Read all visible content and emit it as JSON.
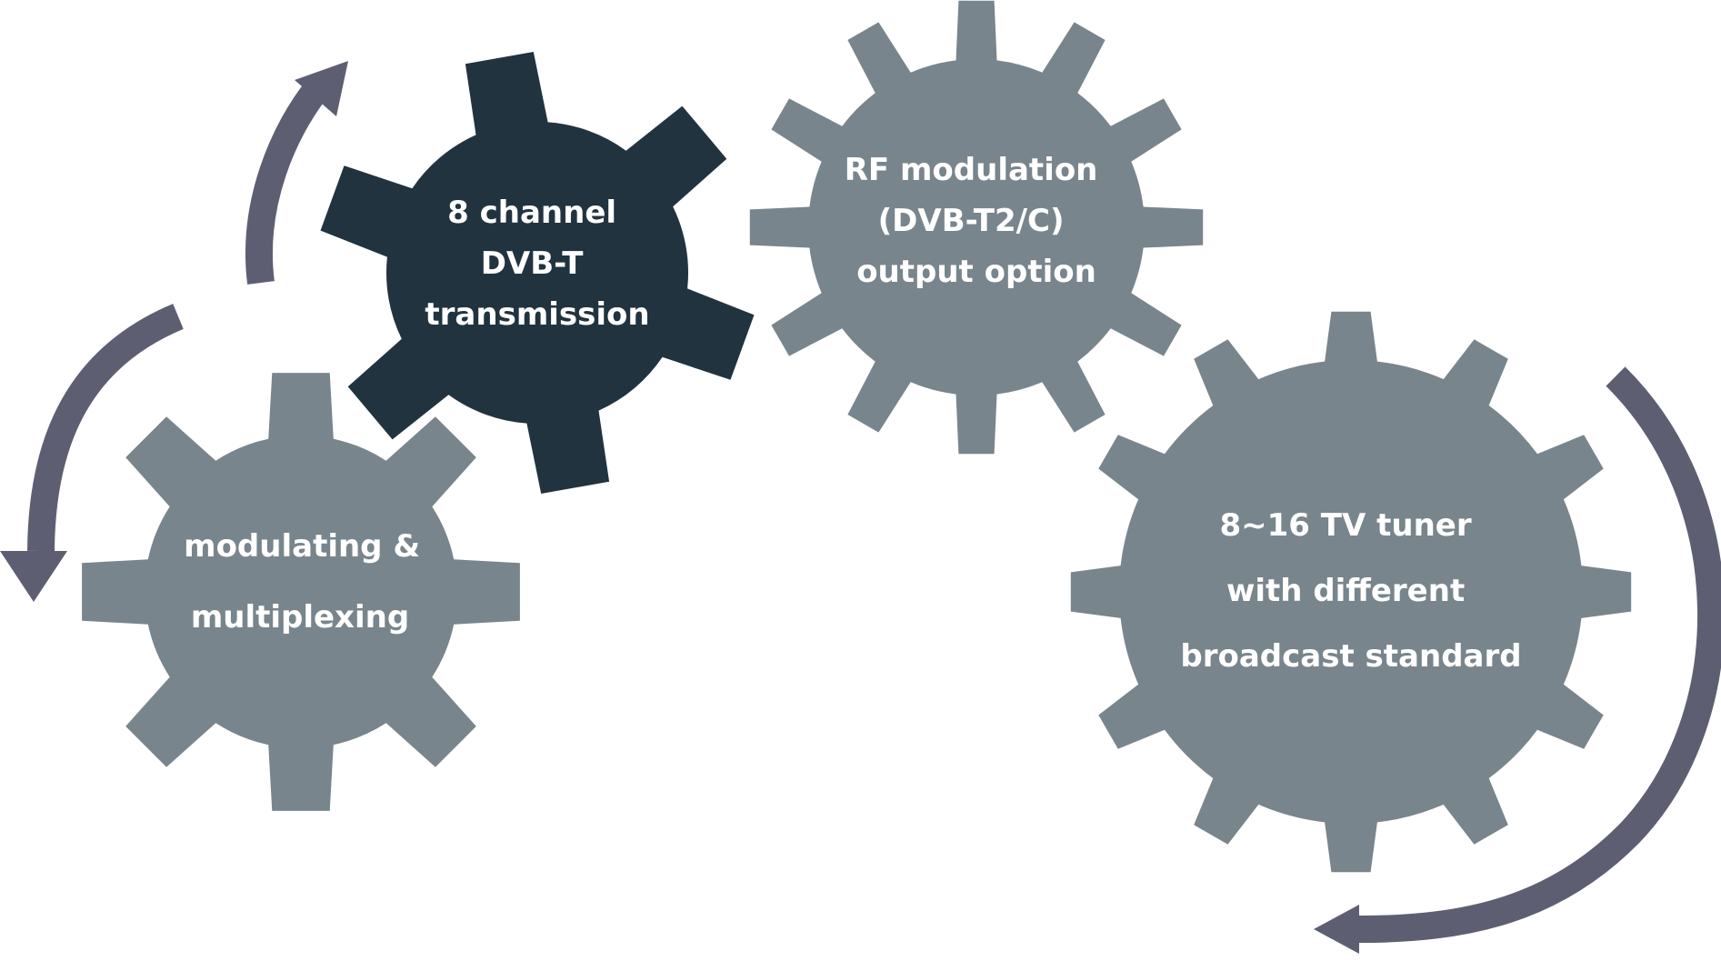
{
  "colors": {
    "gear": "#79858c",
    "gear_active": "#21333f",
    "arrow": "#5e5e73",
    "text": "#ffffff"
  },
  "gears": [
    {
      "id": "modulating",
      "label_lines": [
        "modulating &",
        "multiplexing"
      ],
      "active": false
    },
    {
      "id": "transmission",
      "label_lines": [
        "8 channel",
        "DVB-T",
        "transmission"
      ],
      "active": true
    },
    {
      "id": "rf",
      "label_lines": [
        "RF modulation",
        "(DVB-T2/C)",
        "output option"
      ],
      "active": false
    },
    {
      "id": "tuner",
      "label_lines": [
        "8~16 TV tuner",
        "with different",
        "broadcast standard"
      ],
      "active": false
    }
  ],
  "arrows": [
    {
      "id": "left-arc",
      "direction": "down"
    },
    {
      "id": "upper-arc",
      "direction": "up-right"
    },
    {
      "id": "right-arc",
      "direction": "down-left"
    }
  ]
}
